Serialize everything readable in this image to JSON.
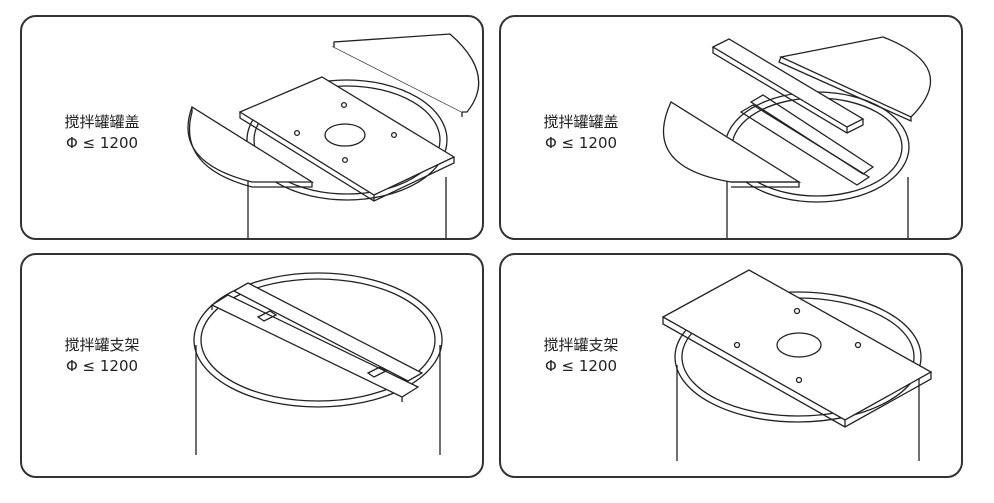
{
  "panels": [
    {
      "id": "lid-two-halves",
      "title": "搅拌罐罐盖",
      "spec": "Φ ≤ 1200"
    },
    {
      "id": "lid-three-piece",
      "title": "搅拌罐罐盖",
      "spec": "Φ ≤ 1200"
    },
    {
      "id": "support-frame",
      "title": "搅拌罐支架",
      "spec": "Φ ≤ 1200"
    },
    {
      "id": "support-plate",
      "title": "搅拌罐支架",
      "spec": "Φ ≤ 1200"
    }
  ],
  "colors": {
    "border": "#333333",
    "line": "#222222",
    "background": "#ffffff"
  }
}
